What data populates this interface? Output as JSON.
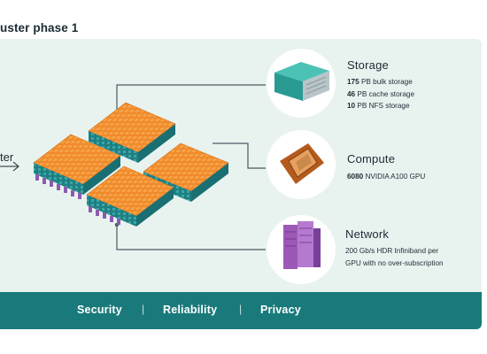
{
  "title": "uster phase 1",
  "left_label": "ter",
  "storage": {
    "title": "Storage",
    "lines": [
      {
        "value": "175",
        "text": " PB bulk storage"
      },
      {
        "value": "46",
        "text": " PB cache storage"
      },
      {
        "value": "10",
        "text": " PB NFS storage"
      }
    ]
  },
  "compute": {
    "title": "Compute",
    "value": "6080",
    "text": " NVIDIA A100 GPU"
  },
  "network": {
    "title": "Network",
    "line1": "200 Gb/s HDR Infiniband per",
    "line2": "GPU with no over-subscription"
  },
  "footer": {
    "items": [
      "Security",
      "Reliability",
      "Privacy"
    ],
    "separator": "|"
  },
  "colors": {
    "panel": "#e8f3f0",
    "footer": "#1a7a7b",
    "rack_orange": "#f08a2a",
    "rack_teal": "#2a8f8f",
    "server_purple": "#9b59b6"
  }
}
